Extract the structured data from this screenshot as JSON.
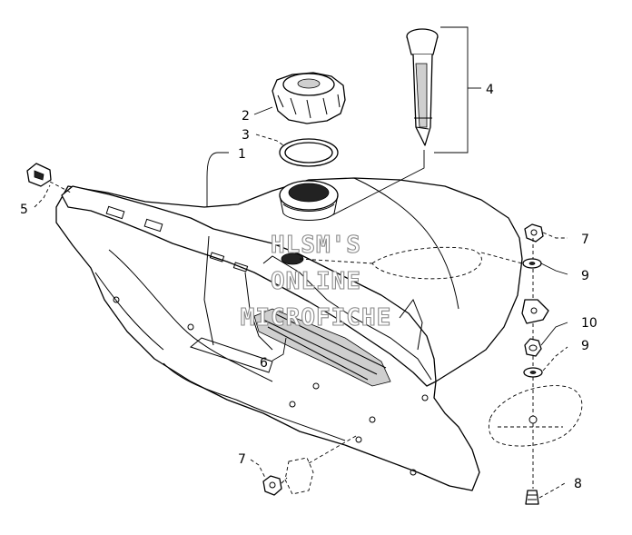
{
  "diagram": {
    "callouts": [
      {
        "id": "c1",
        "label": "1"
      },
      {
        "id": "c2",
        "label": "2"
      },
      {
        "id": "c3",
        "label": "3"
      },
      {
        "id": "c4",
        "label": "4"
      },
      {
        "id": "c5",
        "label": "5"
      },
      {
        "id": "c6",
        "label": "6"
      },
      {
        "id": "c7a",
        "label": "7"
      },
      {
        "id": "c7b",
        "label": "7"
      },
      {
        "id": "c8",
        "label": "8"
      },
      {
        "id": "c9a",
        "label": "9"
      },
      {
        "id": "c9b",
        "label": "9"
      },
      {
        "id": "c10",
        "label": "10"
      }
    ],
    "watermark": [
      "HLSM'S",
      "ONLINE",
      "MICROFICHE"
    ]
  }
}
